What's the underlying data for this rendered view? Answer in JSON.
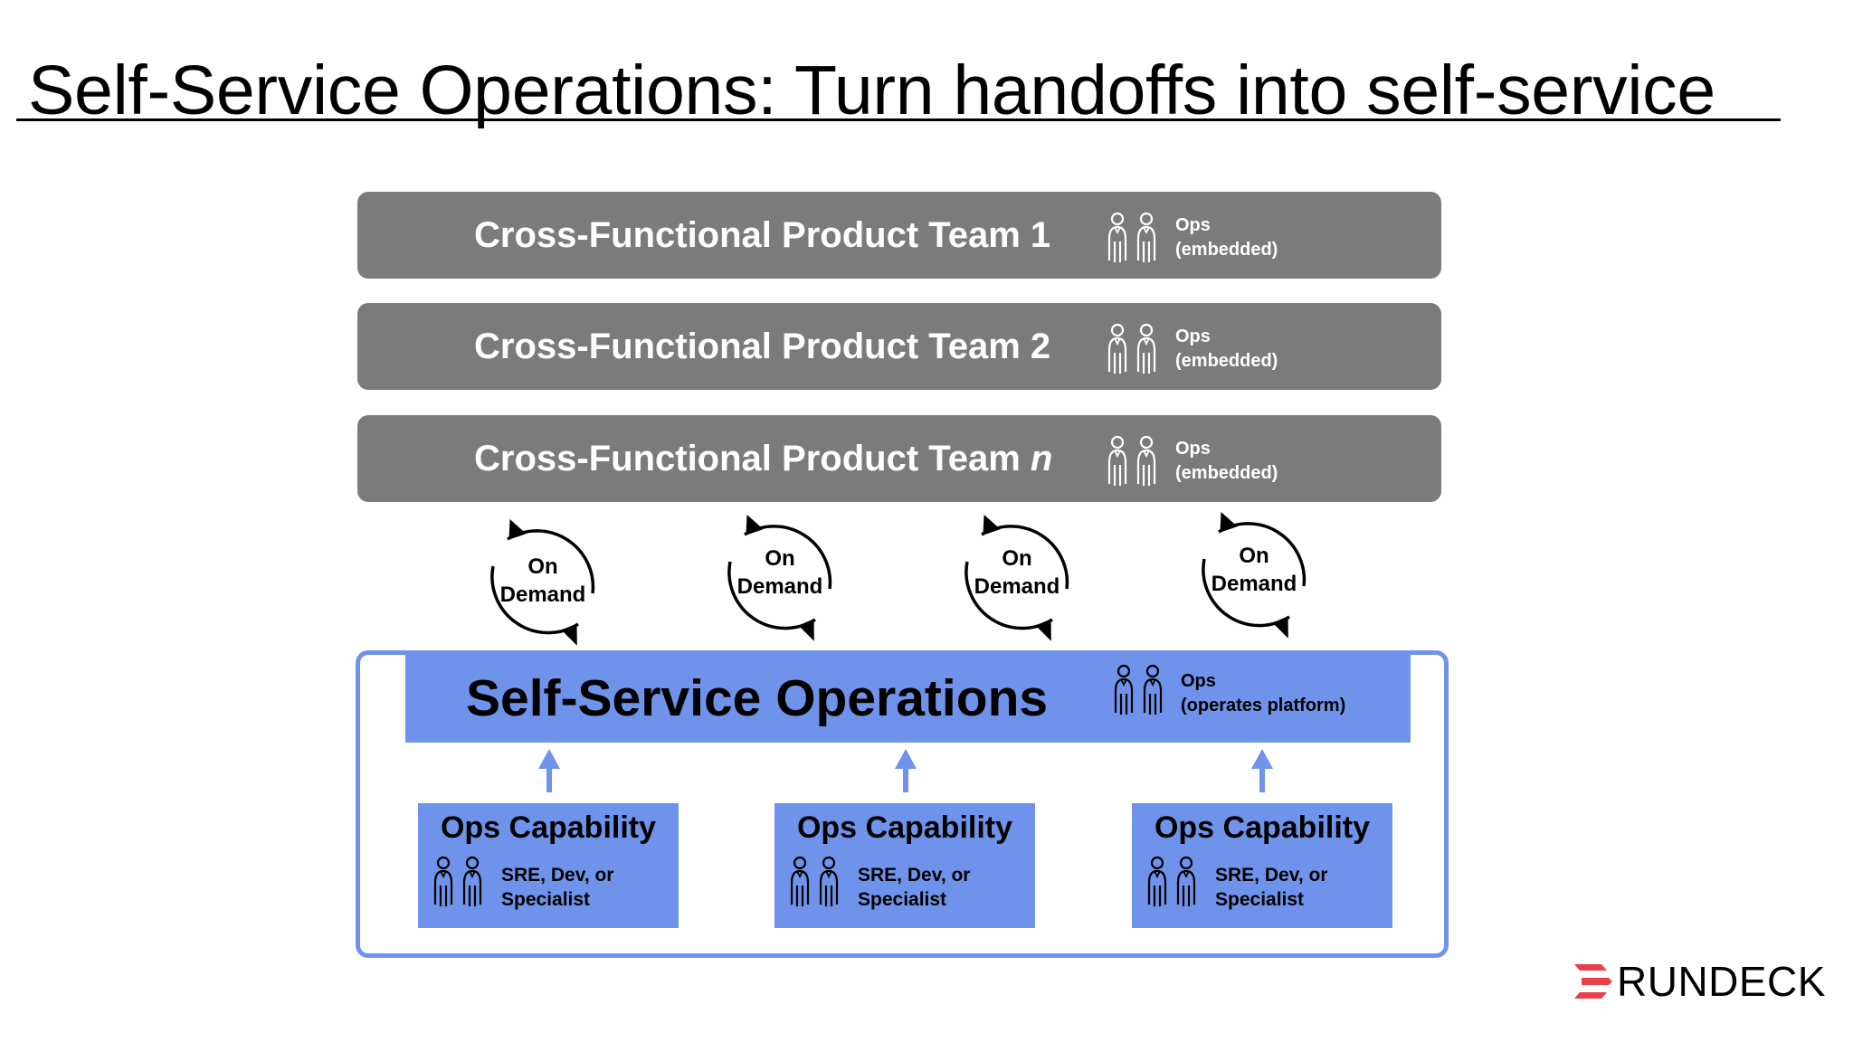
{
  "title": "Self-Service Operations: Turn handoffs into self-service",
  "teams": [
    {
      "name": "Cross-Functional Product Team 1",
      "ops_line1": "Ops",
      "ops_line2": "(embedded)"
    },
    {
      "name": "Cross-Functional Product Team 2",
      "ops_line1": "Ops",
      "ops_line2": "(embedded)"
    },
    {
      "name_prefix": "Cross-Functional Product Team ",
      "name_var": "n",
      "ops_line1": "Ops",
      "ops_line2": "(embedded)"
    }
  ],
  "on_demand": [
    {
      "line1": "On",
      "line2": "Demand"
    },
    {
      "line1": "On",
      "line2": "Demand"
    },
    {
      "line1": "On",
      "line2": "Demand"
    },
    {
      "line1": "On",
      "line2": "Demand"
    }
  ],
  "platform": {
    "title": "Self-Service Operations",
    "ops_line1": "Ops",
    "ops_line2": "(operates platform)"
  },
  "capabilities": [
    {
      "title": "Ops Capability",
      "role_line1": "SRE, Dev, or",
      "role_line2": "Specialist"
    },
    {
      "title": "Ops Capability",
      "role_line1": "SRE, Dev, or",
      "role_line2": "Specialist"
    },
    {
      "title": "Ops Capability",
      "role_line1": "SRE, Dev, or",
      "role_line2": "Specialist"
    }
  ],
  "logo": {
    "text": "RUNDECK"
  },
  "colors": {
    "team_gray": "#7b7b7b",
    "platform_blue": "#6f93ea",
    "logo_red": "#e8414b"
  },
  "icons": {
    "people": "two-people-icon",
    "cycle": "circular-arrows-icon",
    "arrow": "up-arrow-icon"
  }
}
